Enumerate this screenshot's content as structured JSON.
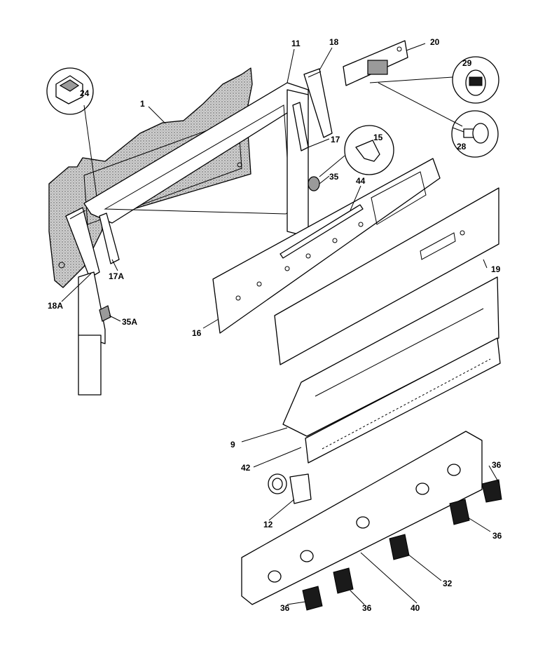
{
  "callouts": {
    "c1": "1",
    "c11": "11",
    "c18": "18",
    "c20": "20",
    "c24": "24",
    "c29": "29",
    "c17": "17",
    "c15": "15",
    "c35": "35",
    "c28": "28",
    "c44": "44",
    "c17a": "17A",
    "c18a": "18A",
    "c35a": "35A",
    "c19": "19",
    "c16": "16",
    "c9": "9",
    "c42": "42",
    "c36a": "36",
    "c36b": "36",
    "c12": "12",
    "c32": "32",
    "c36c": "36",
    "c36d": "36",
    "c40": "40"
  }
}
